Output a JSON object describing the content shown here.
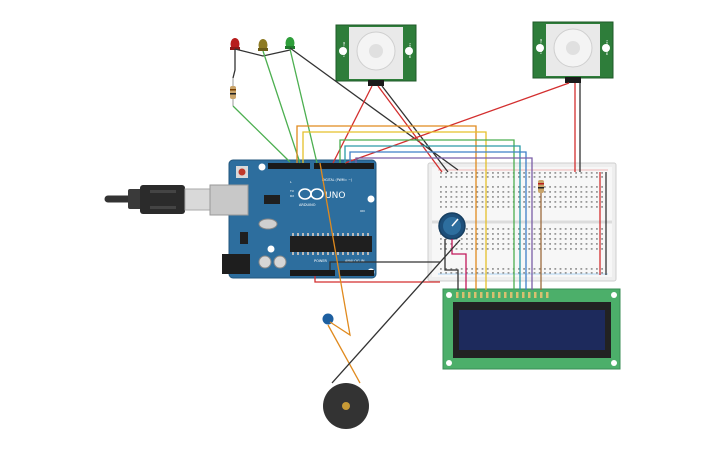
{
  "arduino": {
    "brand": "ARDUINO",
    "model": "UNO",
    "digital_label": "DIGITAL (PWM= ~)",
    "power_label": "POWER",
    "analog_label": "ANALOG IN",
    "tx_label": "TX",
    "rx_label": "RX",
    "l_label": "L",
    "on_label": "ON"
  },
  "pir_sensor": {
    "side_label": "HC-SR501"
  },
  "colors": {
    "board_blue": "#2d6e9e",
    "pcb_green": "#2e7d3a",
    "lcd_green": "#4caf6a",
    "lcd_screen": "#1d2a5c",
    "wire_red": "#d32f2f",
    "wire_black": "#333333",
    "wire_green": "#4caf50",
    "wire_orange": "#e08a1e",
    "wire_yellow": "#e5c02a",
    "wire_blue": "#3f7fc8",
    "wire_purple": "#7b5ea7",
    "wire_teal": "#2a9aa8",
    "wire_brown": "#9c6b3c",
    "led_red": "#b71c1c",
    "led_yellow": "#8d7a22",
    "led_green": "#2e9e3a"
  },
  "icons": {
    "usb": "usb-cable-icon",
    "buzzer": "piezo-buzzer-icon",
    "potentiometer": "potentiometer-icon"
  }
}
